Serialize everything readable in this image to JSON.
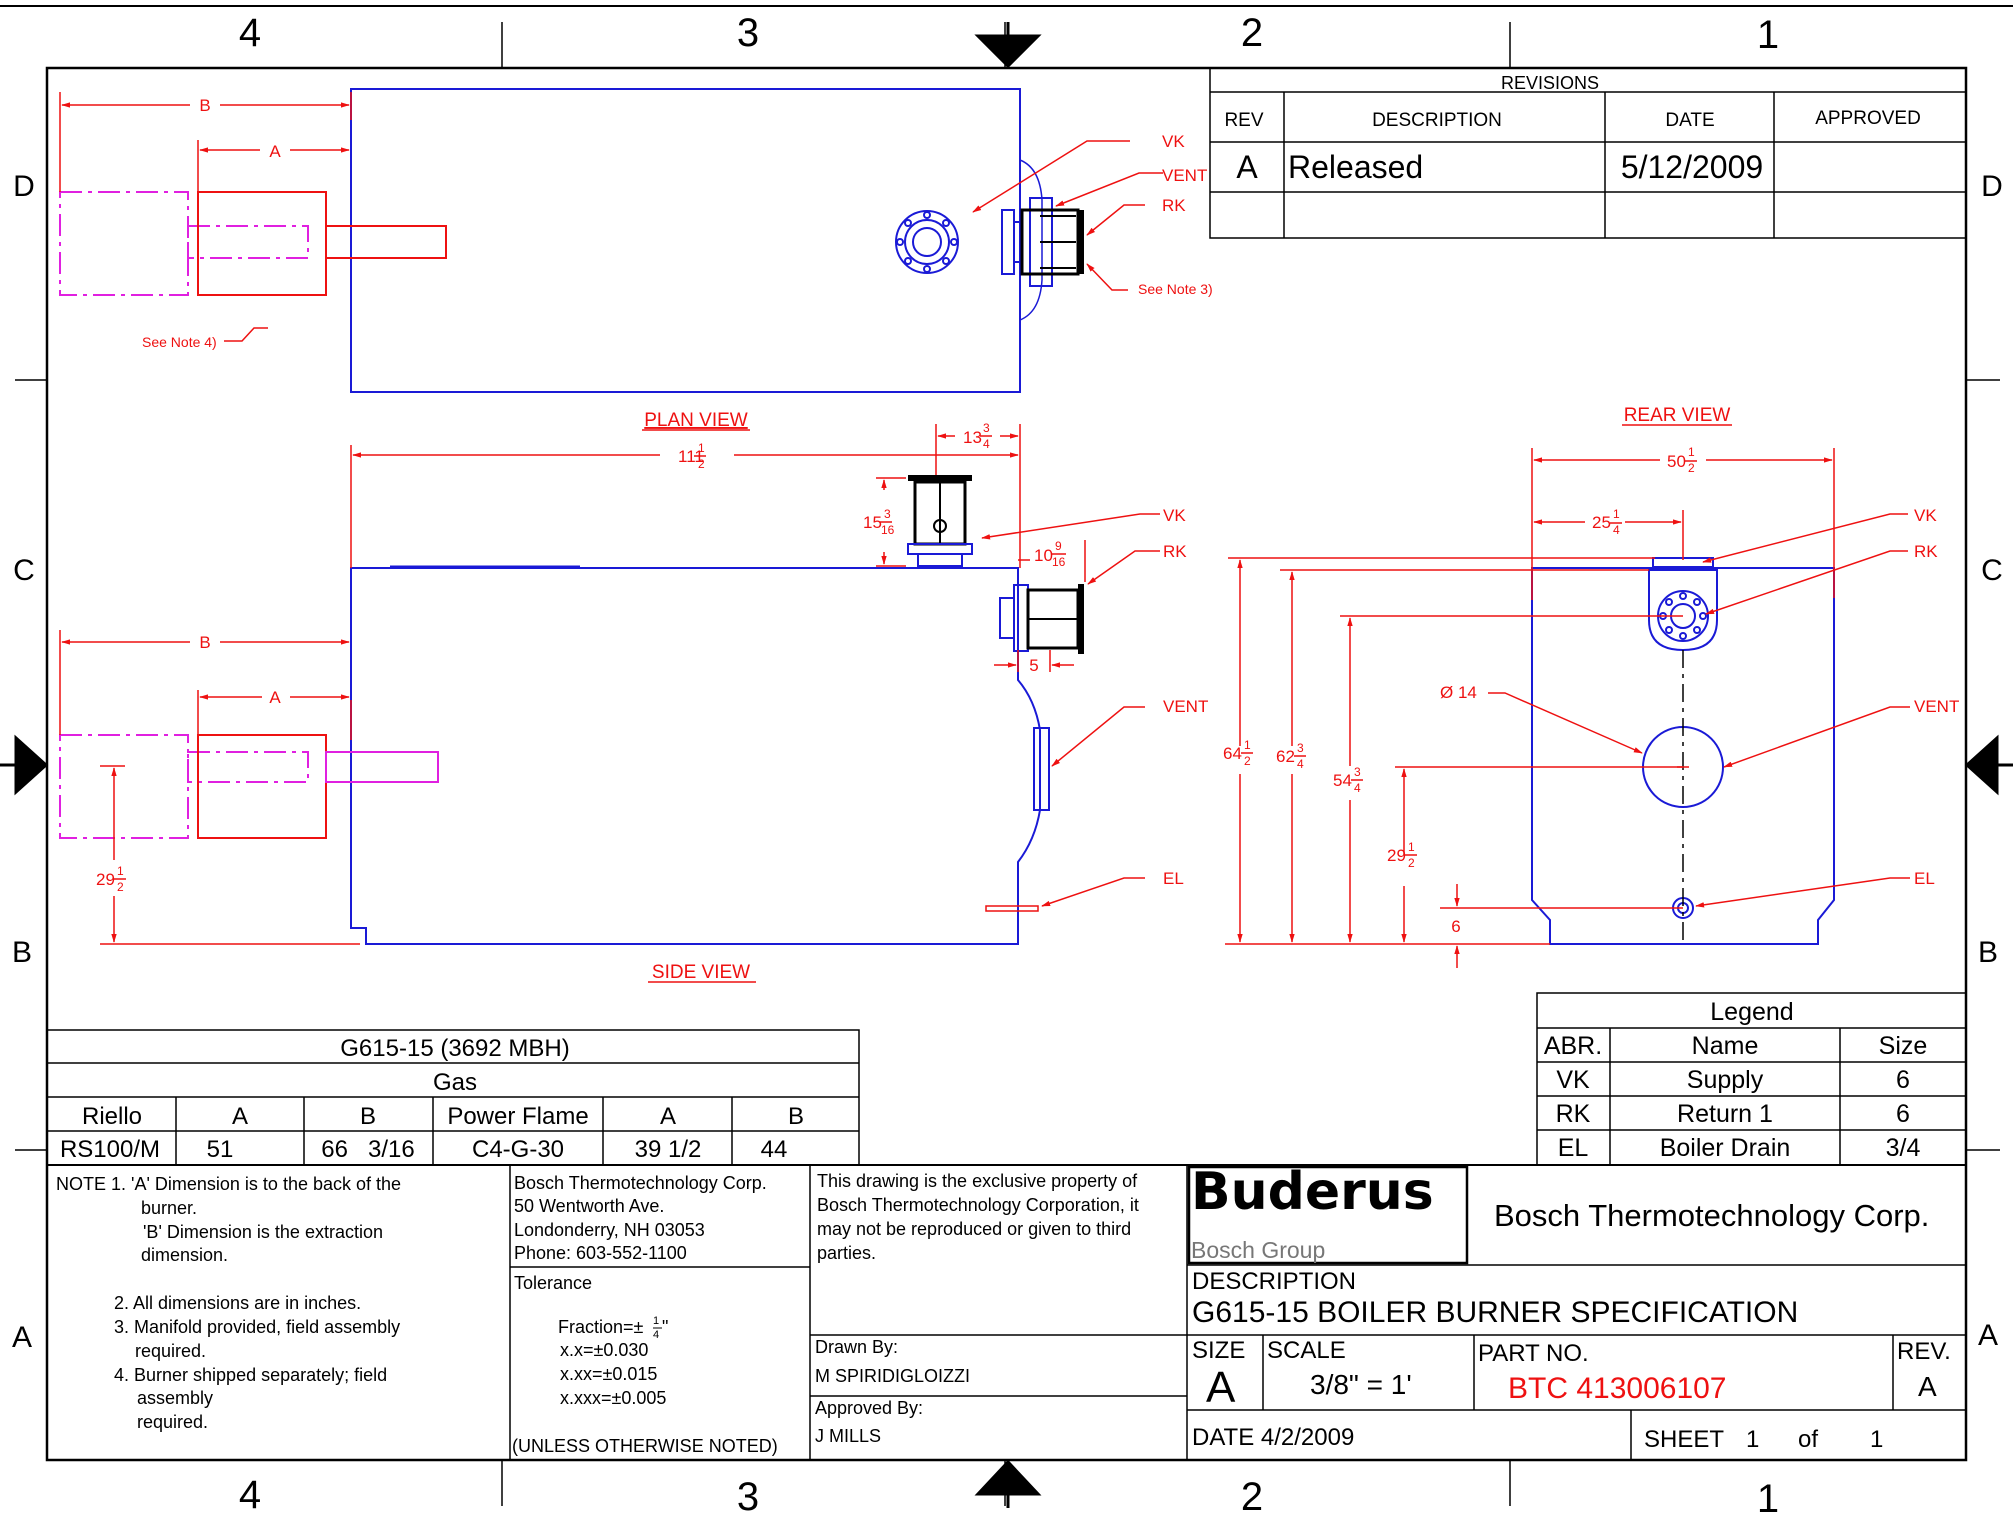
{
  "border": {
    "col_labels": [
      "4",
      "3",
      "2",
      "1"
    ],
    "row_labels": [
      "D",
      "C",
      "B",
      "A"
    ]
  },
  "colors": {
    "blue": "#1a1ad6",
    "red": "#ee1111",
    "magenta": "#e020e0",
    "black": "#000000"
  },
  "revisions": {
    "title": "REVISIONS",
    "headers": [
      "REV",
      "DESCRIPTION",
      "DATE",
      "APPROVED"
    ],
    "row": {
      "rev": "A",
      "description": "Released",
      "date": "5/12/2009",
      "approved": ""
    }
  },
  "plan_view": {
    "title": "PLAN VIEW",
    "labels": {
      "b": "B",
      "a": "A",
      "vk": "VK",
      "vent": "VENT",
      "rk": "RK",
      "note3": "See Note 3)",
      "note4": "See Note 4)"
    }
  },
  "side_view": {
    "title": "SIDE VIEW",
    "labels": {
      "b": "B",
      "a": "A",
      "vk": "VK",
      "rk": "RK",
      "vent": "VENT",
      "el": "EL"
    },
    "dims": {
      "length_whole": "111",
      "length_frac_num": "1",
      "length_frac_den": "2",
      "d13_whole": "13",
      "d13_num": "3",
      "d13_den": "4",
      "d15_whole": "15",
      "d15_num": "3",
      "d15_den": "16",
      "d10_whole": "10",
      "d10_num": "9",
      "d10_den": "16",
      "d5": "5",
      "d29_whole": "29",
      "d29_num": "1",
      "d29_den": "2"
    }
  },
  "rear_view": {
    "title": "REAR VIEW",
    "labels": {
      "vk": "VK",
      "rk": "RK",
      "vent": "VENT",
      "el": "EL",
      "dia": "Ø 14"
    },
    "dims": {
      "w_whole": "50",
      "w_num": "1",
      "w_den": "2",
      "h25_whole": "25",
      "h25_num": "1",
      "h25_den": "4",
      "h64_whole": "64",
      "h64_num": "1",
      "h64_den": "2",
      "h62_whole": "62",
      "h62_num": "3",
      "h62_den": "4",
      "h54_whole": "54",
      "h54_num": "3",
      "h54_den": "4",
      "h29_whole": "29",
      "h29_num": "1",
      "h29_den": "2",
      "h6": "6"
    }
  },
  "legend": {
    "title": "Legend",
    "headers": [
      "ABR.",
      "Name",
      "Size"
    ],
    "rows": [
      [
        "VK",
        "Supply",
        "6"
      ],
      [
        "RK",
        "Return 1",
        "6"
      ],
      [
        "EL",
        "Boiler Drain",
        "3/4"
      ]
    ]
  },
  "burner_table": {
    "title": "G615-15 (3692 MBH)",
    "fuel": "Gas",
    "headers": [
      "Riello",
      "A",
      "B",
      "Power Flame",
      "A",
      "B"
    ],
    "row": [
      "RS100/M",
      "51",
      "66   3/16",
      "C4-G-30",
      "39 1/2",
      "44"
    ]
  },
  "notes": [
    "NOTE 1. 'A' Dimension is to the back of the",
    "burner.",
    "'B' Dimension is the extraction",
    "dimension.",
    "2. All dimensions are in inches.",
    "3. Manifold provided, field assembly",
    "required.",
    "4. Burner shipped separately; field",
    "assembly",
    "required."
  ],
  "company_block": {
    "address": [
      "Bosch Thermotechnology Corp.",
      "50 Wentworth Ave.",
      "Londonderry, NH 03053",
      "Phone: 603-552-1100"
    ],
    "tolerance_title": "Tolerance",
    "tolerance_fraction": "Fraction=±",
    "tolerance_frac_num": "1",
    "tolerance_frac_den": "4",
    "tolerance_frac_unit": "\"",
    "tolerances": [
      "x.x=±0.030",
      "x.xx=±0.015",
      "x.xxx=±0.005"
    ],
    "unless": "(UNLESS OTHERWISE NOTED)",
    "property": [
      "This drawing is the exclusive property of",
      "Bosch Thermotechnology Corporation, it",
      "may not be reproduced or given to third",
      "parties."
    ],
    "drawn_by_label": "Drawn By:",
    "drawn_by": "M SPIRIDIGLOIZZI",
    "approved_by_label": "Approved By:",
    "approved_by": "J MILLS"
  },
  "title_block": {
    "logo": "Buderus",
    "logo_sub": "Bosch Group",
    "company": "Bosch Thermotechnology Corp.",
    "description_label": "DESCRIPTION",
    "description": "G615-15 BOILER BURNER SPECIFICATION",
    "size_label": "SIZE",
    "size": "A",
    "scale_label": "SCALE",
    "scale": "3/8\" = 1'",
    "part_label": "PART NO.",
    "part_no": "BTC 413006107",
    "rev_label": "REV.",
    "rev": "A",
    "date": "DATE 4/2/2009",
    "sheet_label": "SHEET",
    "sheet": "1",
    "of_label": "of",
    "of": "1"
  }
}
